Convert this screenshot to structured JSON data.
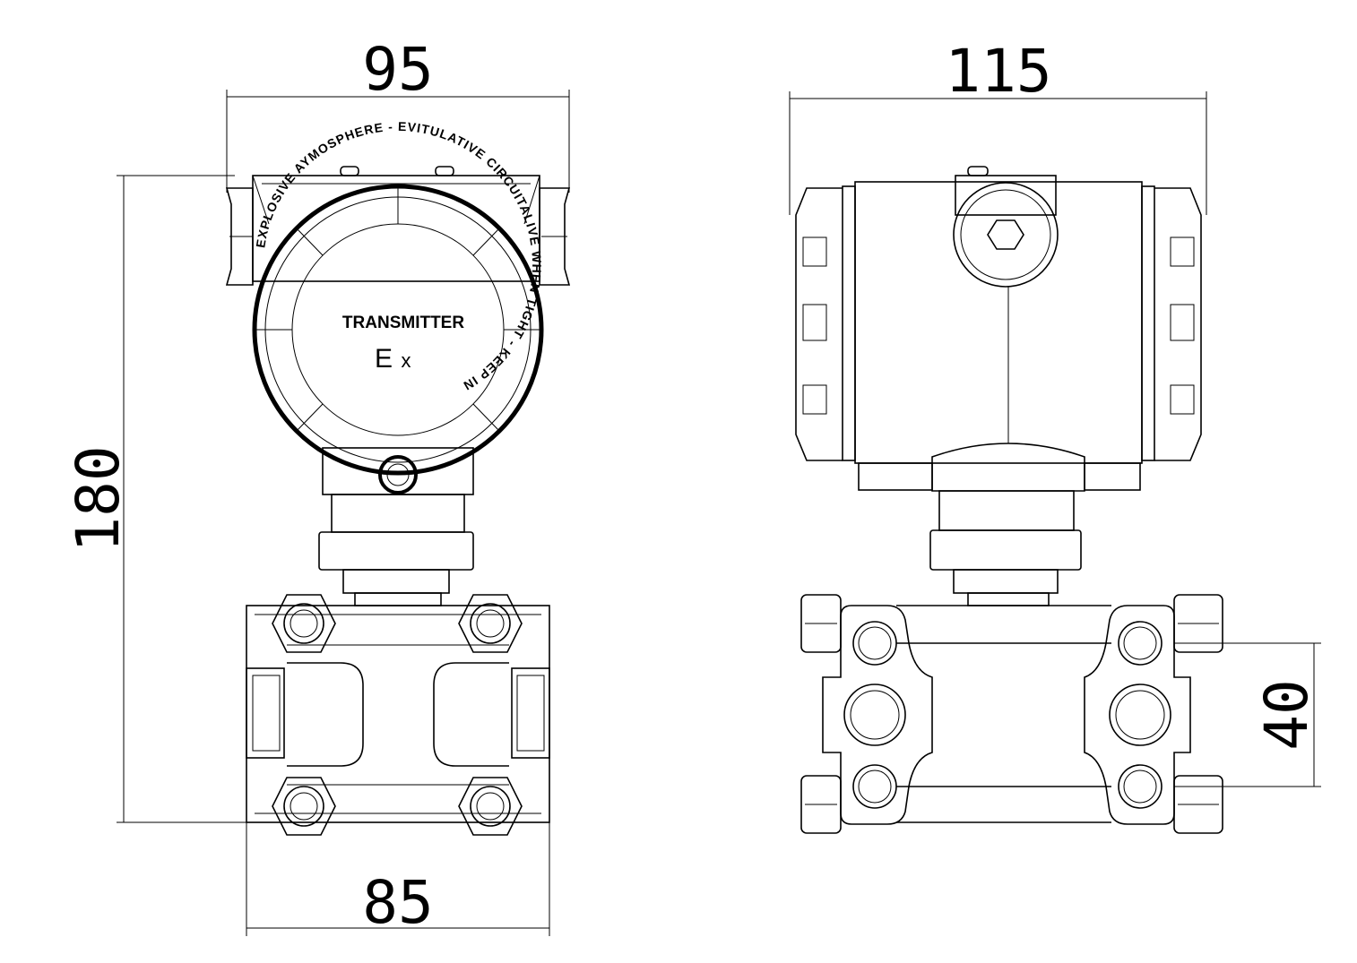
{
  "diagram": {
    "front_view": {
      "dim_top": "95",
      "dim_bottom": "85",
      "dim_left": "180",
      "face_title": "TRANSMITTER",
      "face_mark_e": "E",
      "face_mark_x": "x",
      "ring_text": "EXPLOSIVE AYMOSPHERE - EVITULATIVE CIRCUITALIVE WHEN TIGHT - KEEP IN"
    },
    "side_view": {
      "dim_top": "115",
      "dim_right": "40"
    }
  }
}
